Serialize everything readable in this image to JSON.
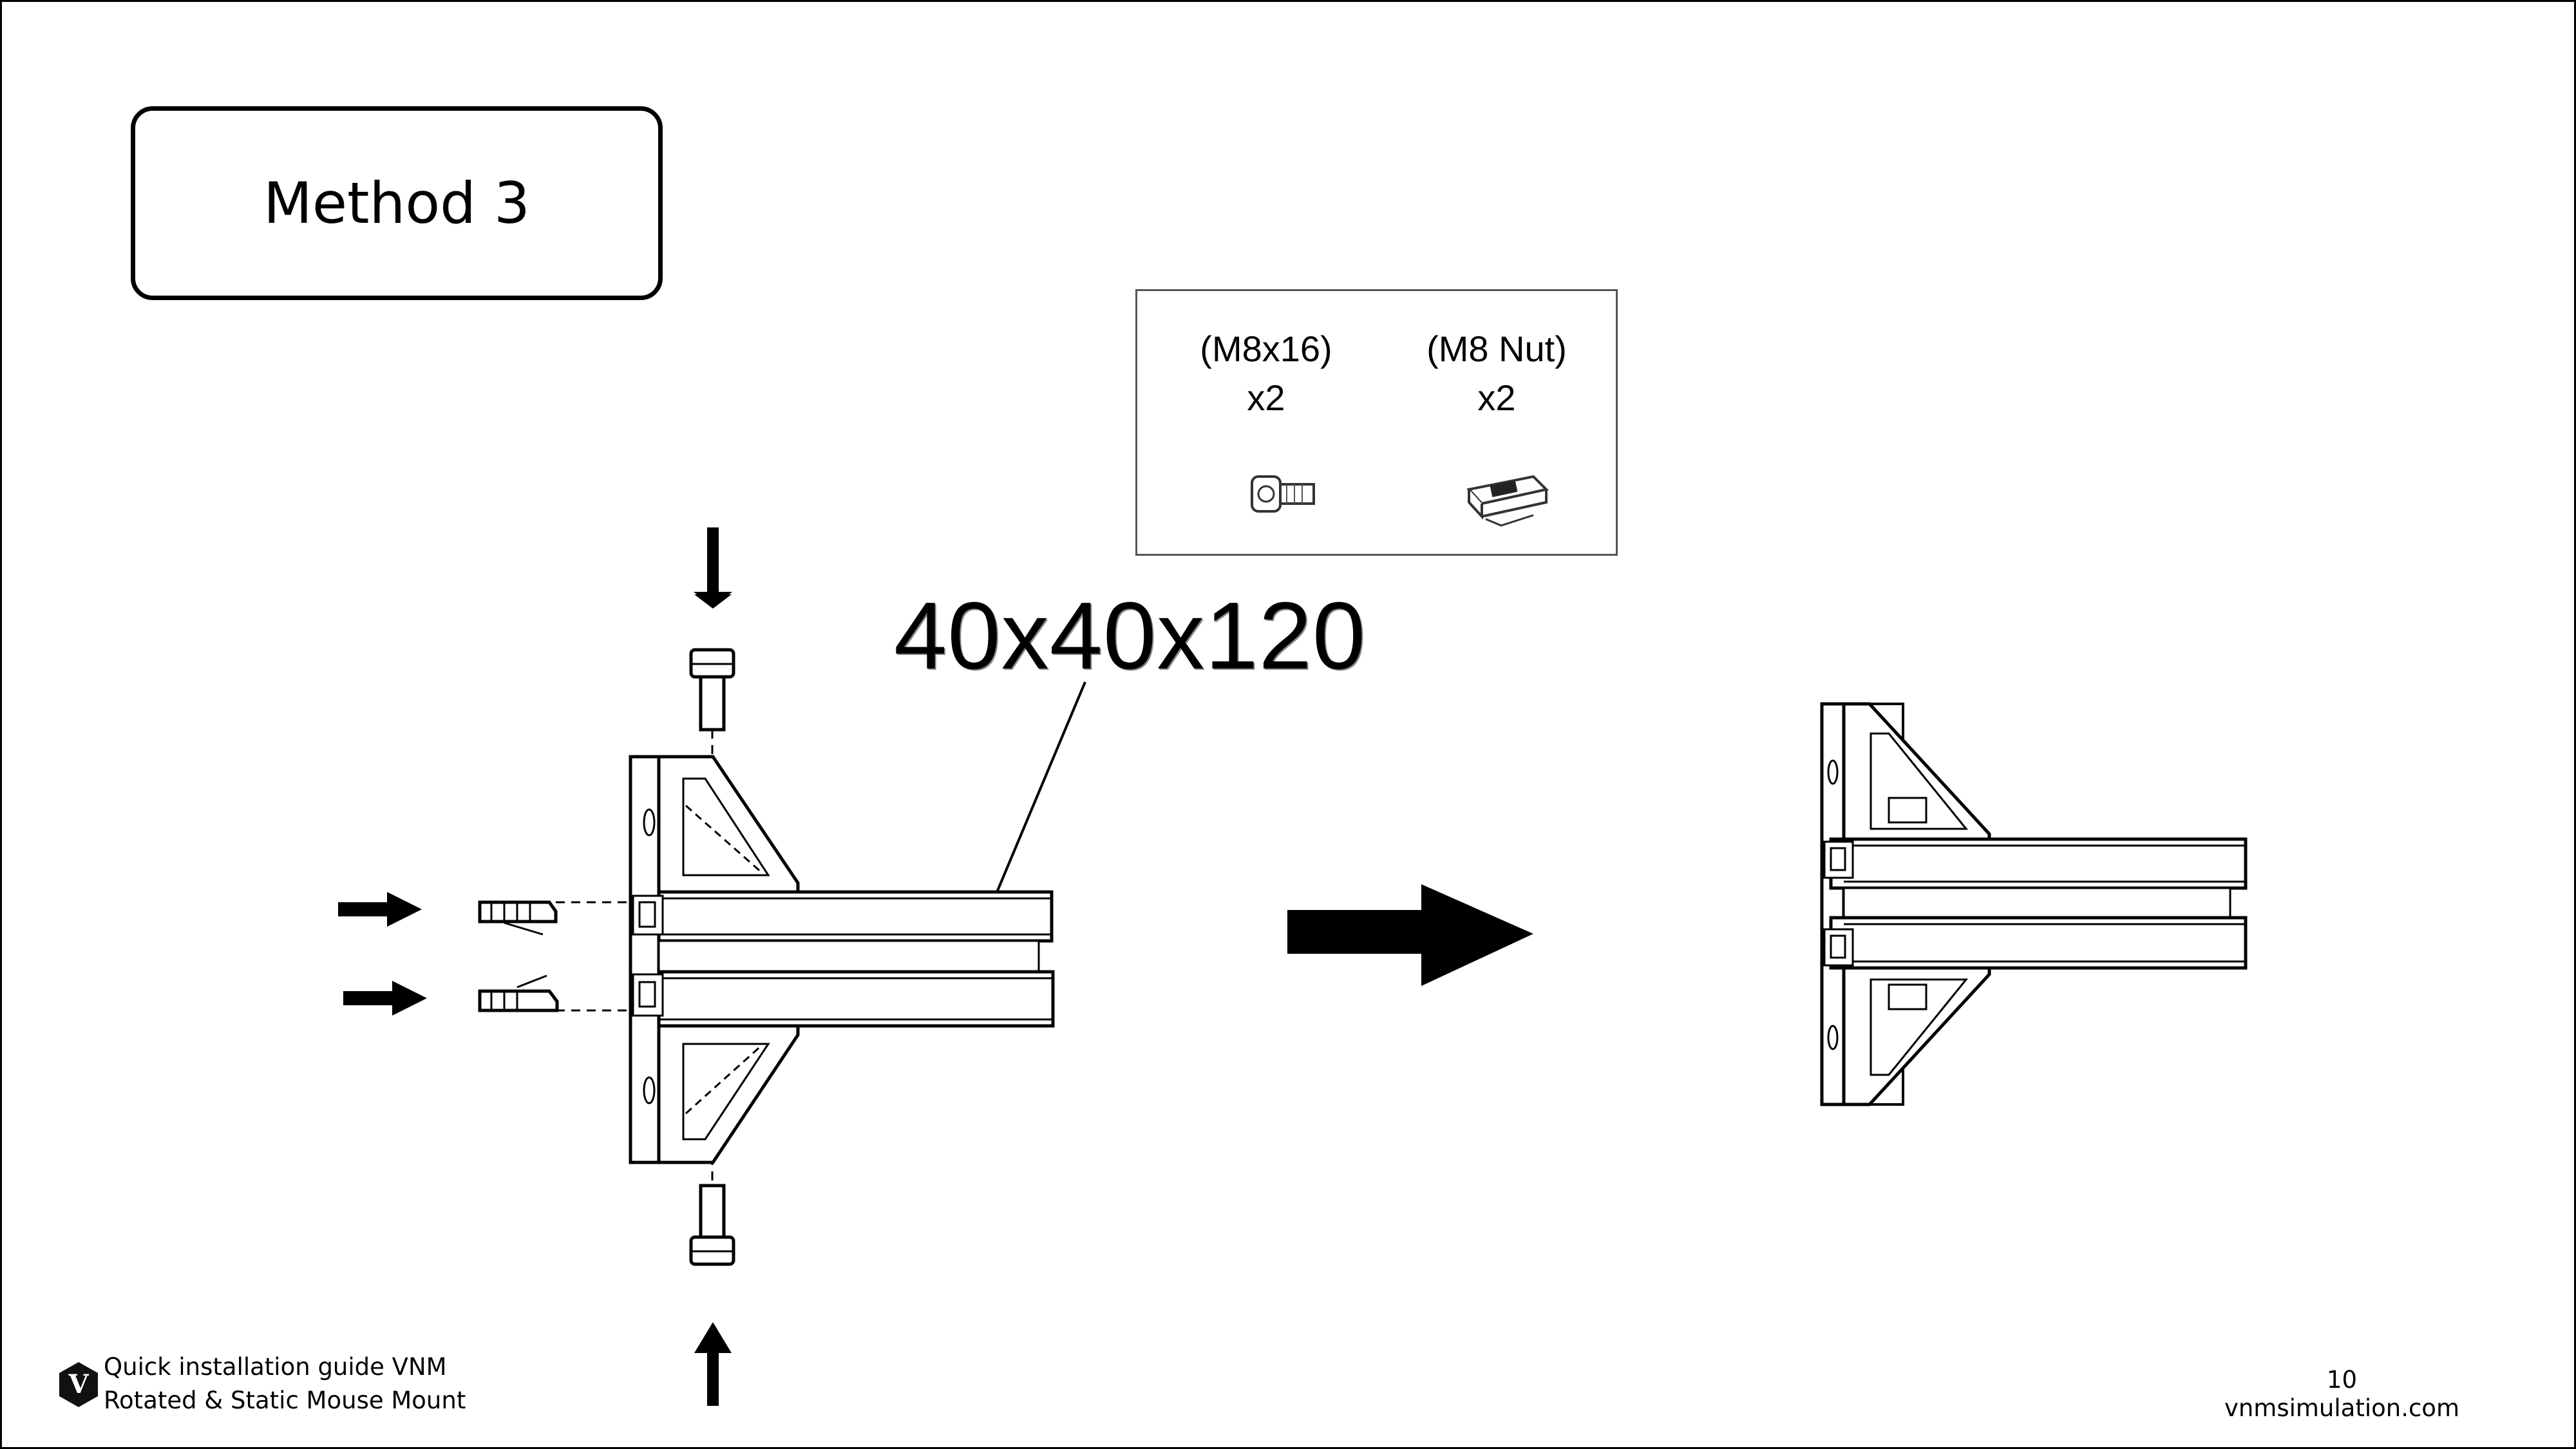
{
  "slide": {
    "method_title": "Method 3",
    "dimension_label": "40x40x120",
    "parts": [
      {
        "name": "(M8x16)",
        "qty": "x2",
        "icon": "bolt-icon"
      },
      {
        "name": "(M8 Nut)",
        "qty": "x2",
        "icon": "t-nut-icon"
      }
    ]
  },
  "footer": {
    "guide_line1": "Quick installation guide VNM",
    "guide_line2": "Rotated & Static Mouse Mount",
    "logo_letter": "V",
    "page_number": "10",
    "website": "vnmsimulation.com"
  }
}
